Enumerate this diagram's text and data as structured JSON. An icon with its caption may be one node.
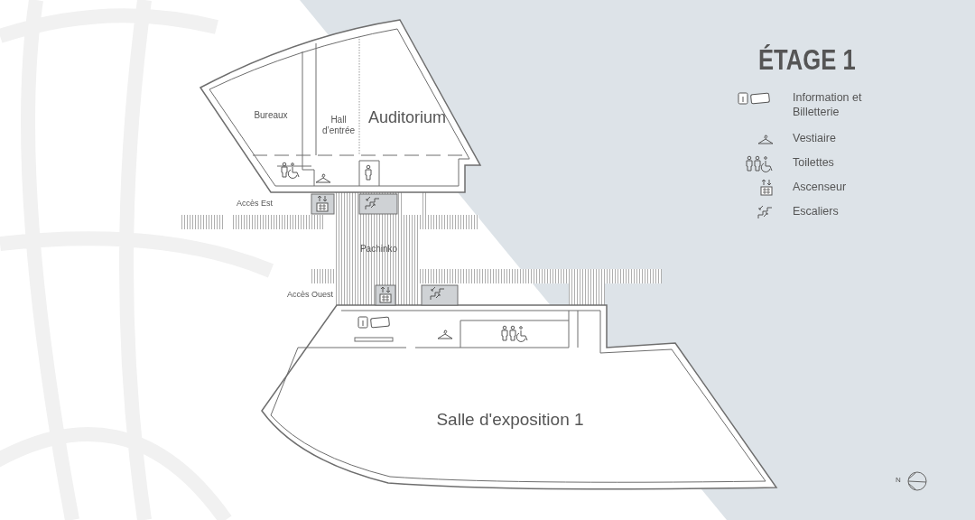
{
  "diagram": {
    "title": "ÉTAGE 1",
    "nodes": [
      {
        "text": [
          "Bureaux"
        ]
      },
      {
        "text": [
          "Hall d’entrée"
        ]
      },
      {
        "text": [
          "Auditorium"
        ]
      },
      {
        "text": [
          "Pachinko"
        ]
      },
      {
        "text": [
          "Salle d'exposition 1"
        ]
      }
    ],
    "labels": [
      "Accès Est",
      "Accès Ouest",
      "N"
    ],
    "legend": [
      {
        "text": "Information et Billetterie"
      },
      {
        "text": "Vestiaire"
      },
      {
        "text": "Toilettes"
      },
      {
        "text": "Ascenseur"
      },
      {
        "text": "Escaliers"
      }
    ]
  }
}
